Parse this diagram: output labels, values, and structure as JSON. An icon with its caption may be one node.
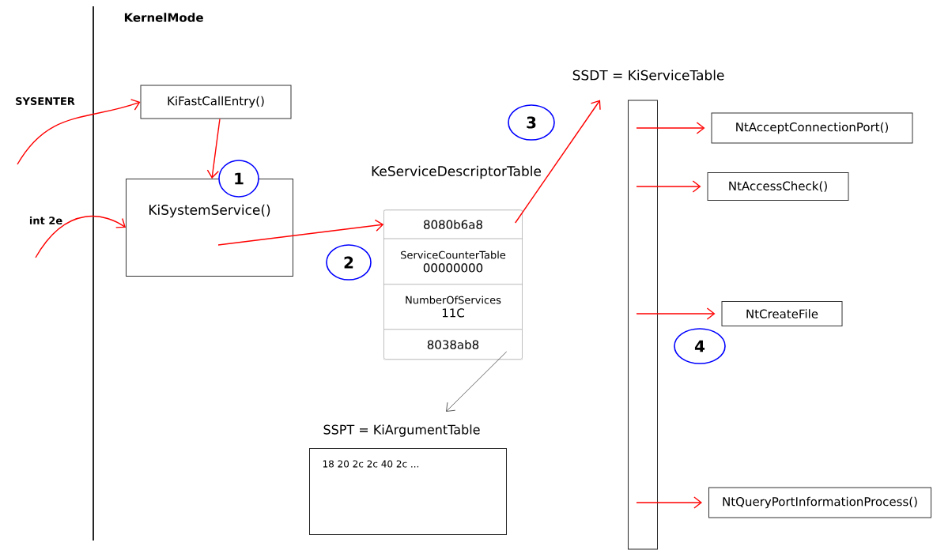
{
  "diagram": {
    "nodes": [
      {
        "text": [
          "KiFastCallEntry()"
        ]
      },
      {
        "text": [
          "KiSystemService()"
        ]
      },
      {
        "text": [
          "KeServiceDescriptorTable"
        ]
      },
      {
        "text": [
          "8080b6a8"
        ],
        "in": 2
      },
      {
        "text": [
          "ServiceCounterTable",
          "00000000"
        ],
        "in": 2
      },
      {
        "text": [
          "NumberOfServices",
          "11C"
        ],
        "in": 2
      },
      {
        "text": [
          "8038ab8"
        ],
        "in": 2
      },
      {
        "text": [
          "SSDT = KiServiceTable"
        ]
      },
      {
        "text": [
          "SSPT = KiArgumentTable",
          "18 20 2c 2c 40 2c ..."
        ]
      },
      {
        "text": [
          "NtAcceptConnectionPort()"
        ]
      },
      {
        "text": [
          "NtAccessCheck()"
        ]
      },
      {
        "text": [
          "NtCreateFile"
        ]
      },
      {
        "text": [
          "NtQueryPortInformationProcess()"
        ]
      },
      {
        "text": [
          "1"
        ]
      },
      {
        "text": [
          "2"
        ]
      },
      {
        "text": [
          "3"
        ]
      },
      {
        "text": [
          "4"
        ]
      }
    ],
    "edges": [
      {
        "from": null,
        "to": 0,
        "arrow": "to"
      },
      {
        "from": null,
        "to": 1,
        "arrow": "to"
      },
      {
        "from": 0,
        "to": 1,
        "arrow": "to"
      },
      {
        "from": 1,
        "to": 3,
        "arrow": "to"
      },
      {
        "from": 3,
        "to": 7,
        "arrow": "to"
      },
      {
        "from": 7,
        "to": 9,
        "arrow": "to"
      },
      {
        "from": 7,
        "to": 10,
        "arrow": "to"
      },
      {
        "from": 7,
        "to": 11,
        "arrow": "to"
      },
      {
        "from": 7,
        "to": 12,
        "arrow": "to"
      },
      {
        "from": 6,
        "to": 8,
        "arrow": "to",
        "color": "#404040"
      }
    ],
    "labels": [
      "KernelMode",
      "SYSENTER",
      "int 2e"
    ]
  }
}
